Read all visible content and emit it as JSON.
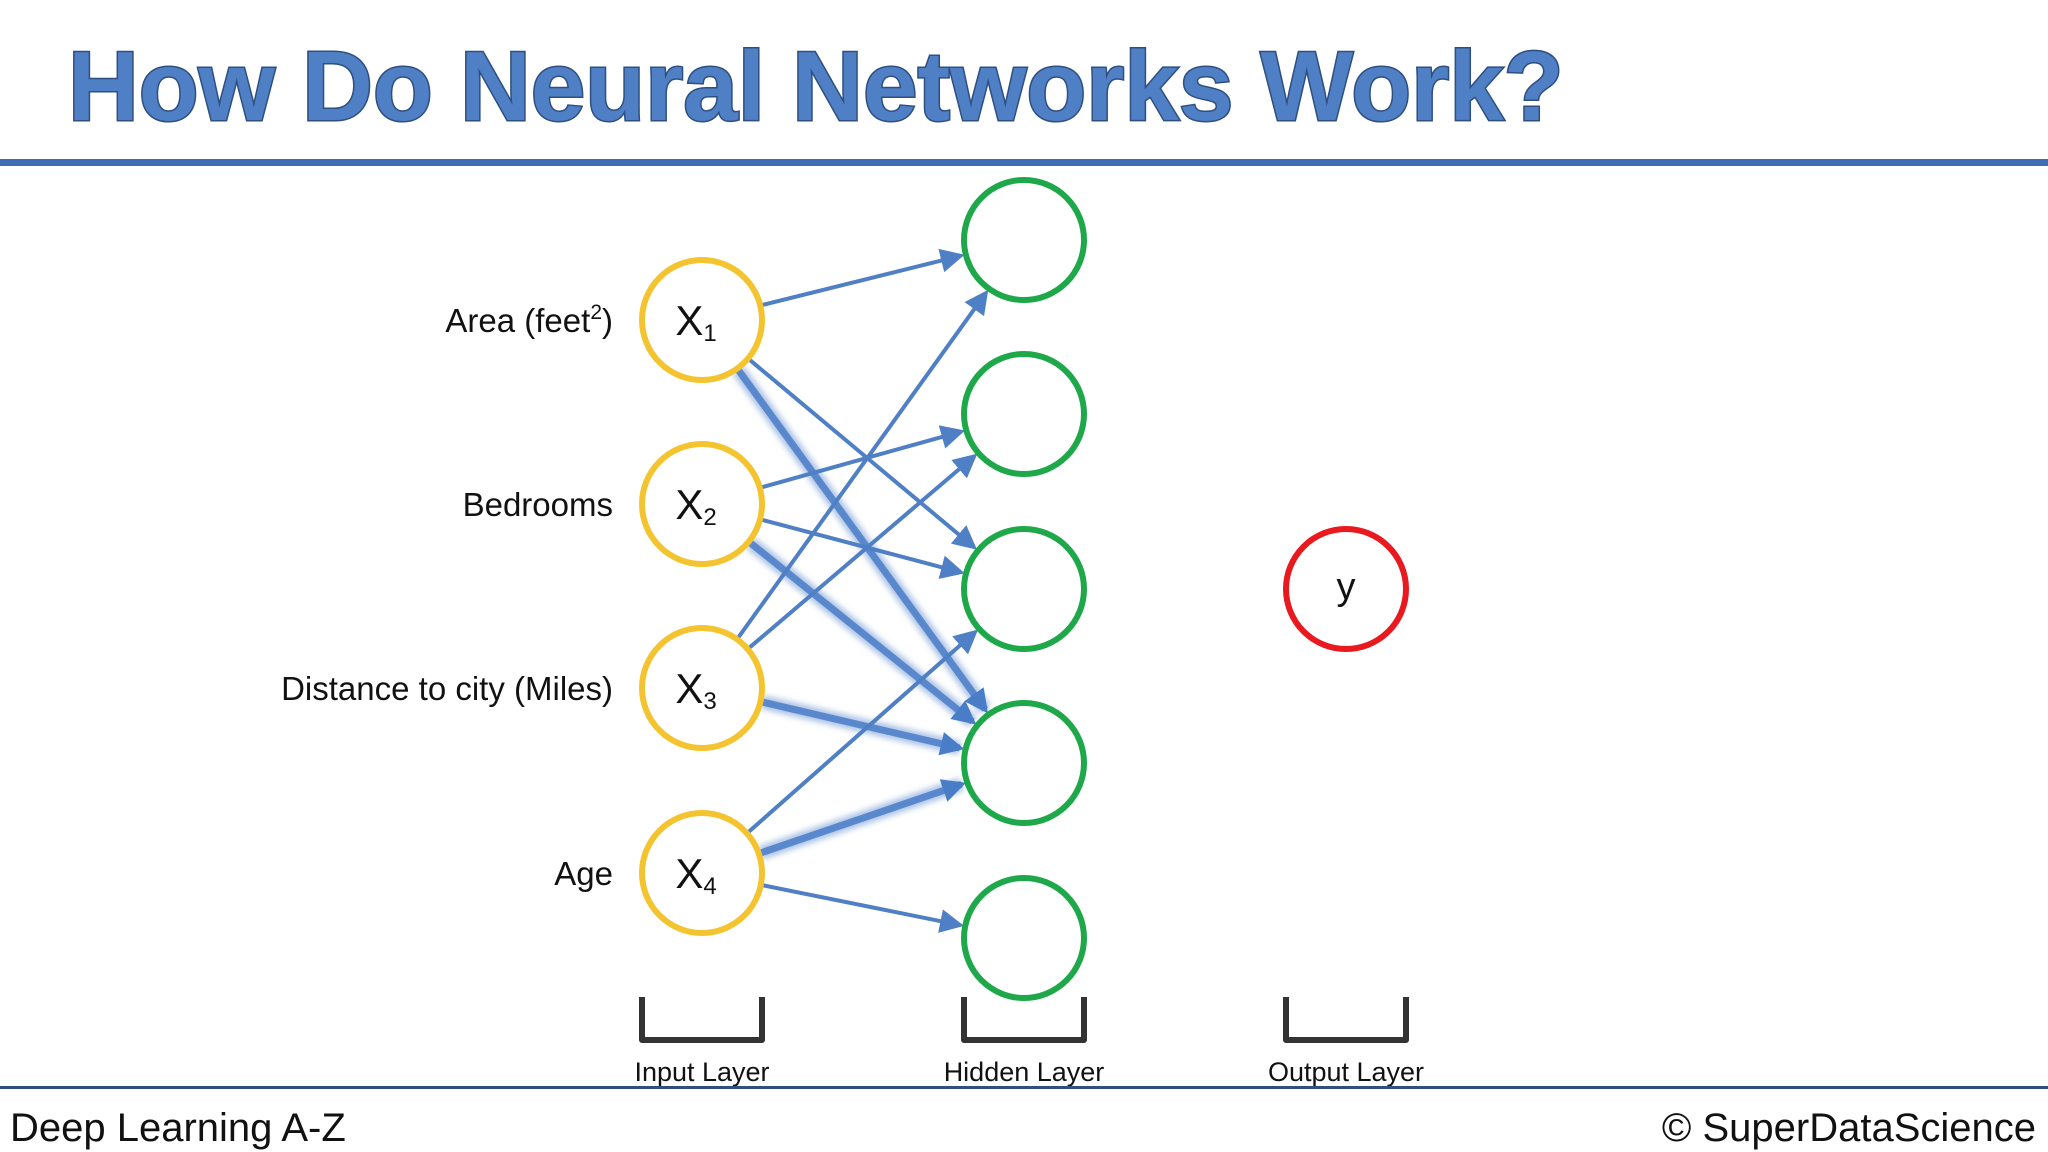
{
  "title": "How Do Neural Networks Work?",
  "footer": {
    "left": "Deep Learning A-Z",
    "right": "© SuperDataScience"
  },
  "colors": {
    "title_fill": "#4f7fc4",
    "title_stroke": "#2e4f80",
    "rule": "#3e6db5",
    "input_node": "#f4c430",
    "hidden_node": "#1fa84a",
    "output_node": "#e8191f",
    "edge": "#4f7fc4",
    "edge_strong": "#4a7dc8",
    "bracket": "#333333",
    "text": "#111111"
  },
  "inputs": [
    {
      "symbol": "X",
      "subscript": "1",
      "label": "Area (feet",
      "label_sup": "2",
      "label_end": ")"
    },
    {
      "symbol": "X",
      "subscript": "2",
      "label": "Bedrooms",
      "label_sup": "",
      "label_end": ""
    },
    {
      "symbol": "X",
      "subscript": "3",
      "label": "Distance to city (Miles)",
      "label_sup": "",
      "label_end": ""
    },
    {
      "symbol": "X",
      "subscript": "4",
      "label": "Age",
      "label_sup": "",
      "label_end": ""
    }
  ],
  "hidden_count": 5,
  "output": {
    "symbol": "y"
  },
  "layers": {
    "input": "Input Layer",
    "hidden": "Hidden Layer",
    "output": "Output Layer"
  },
  "connections": [
    {
      "from": 1,
      "to": 1,
      "strong": false
    },
    {
      "from": 1,
      "to": 3,
      "strong": false
    },
    {
      "from": 1,
      "to": 4,
      "strong": true
    },
    {
      "from": 2,
      "to": 2,
      "strong": false
    },
    {
      "from": 2,
      "to": 3,
      "strong": false
    },
    {
      "from": 2,
      "to": 4,
      "strong": true
    },
    {
      "from": 3,
      "to": 1,
      "strong": false
    },
    {
      "from": 3,
      "to": 2,
      "strong": false
    },
    {
      "from": 3,
      "to": 4,
      "strong": true
    },
    {
      "from": 4,
      "to": 3,
      "strong": false
    },
    {
      "from": 4,
      "to": 4,
      "strong": true
    },
    {
      "from": 4,
      "to": 5,
      "strong": false
    }
  ]
}
